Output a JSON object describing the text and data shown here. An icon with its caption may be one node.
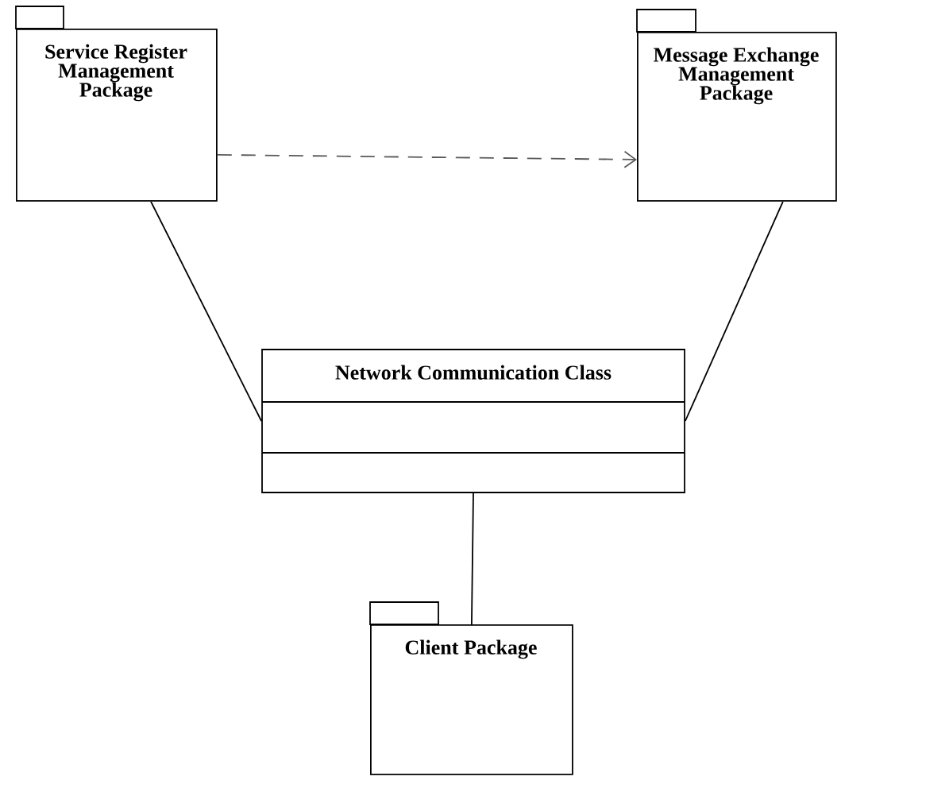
{
  "diagram": {
    "nodes": [
      {
        "text": [
          "Service Register Management Package"
        ]
      },
      {
        "text": [
          "Message Exchange Management Package"
        ]
      },
      {
        "text": [
          "Network Communication Class"
        ]
      },
      {
        "text": [
          "Client Package"
        ]
      }
    ],
    "edges": [
      {
        "from": 0,
        "to": 1,
        "arrow": "to",
        "style": "dashed"
      },
      {
        "from": 0,
        "to": 2,
        "arrow": "none"
      },
      {
        "from": 1,
        "to": 2,
        "arrow": "none"
      },
      {
        "from": 2,
        "to": 3,
        "arrow": "none"
      }
    ]
  }
}
